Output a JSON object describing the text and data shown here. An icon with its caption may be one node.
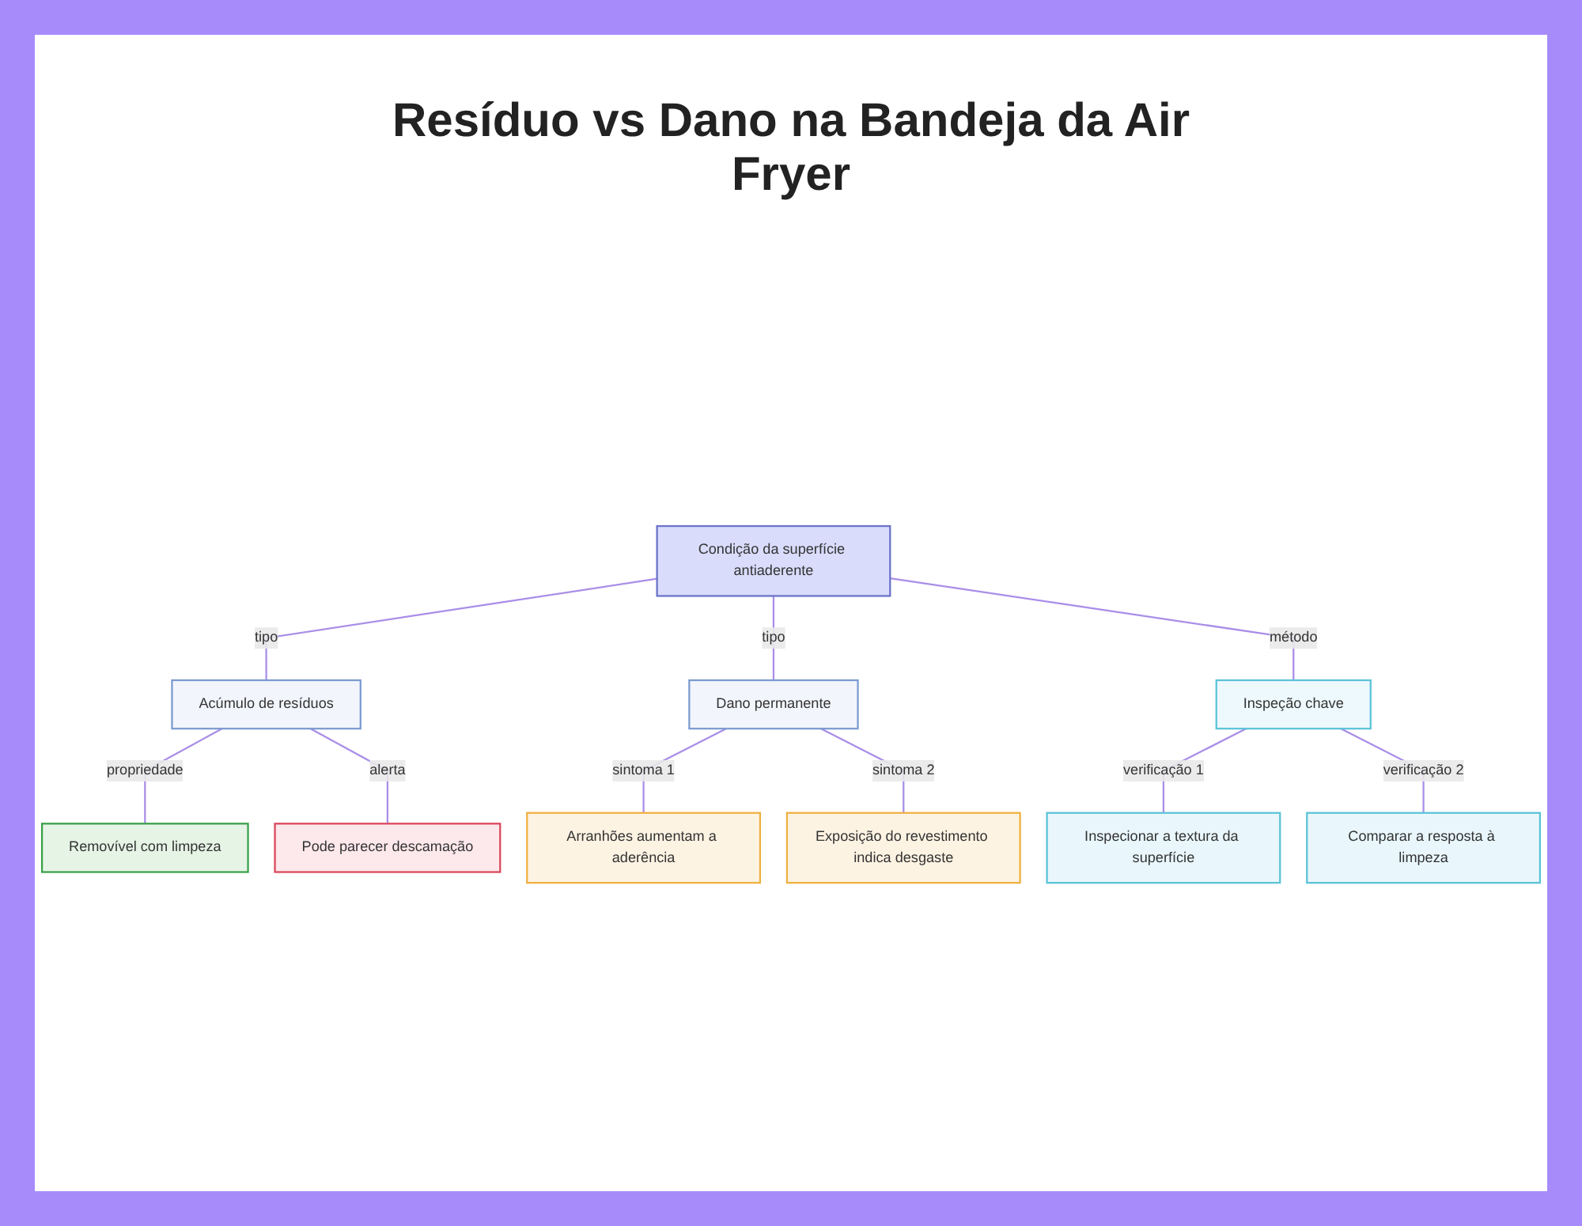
{
  "diagram": {
    "title": "Resíduo vs Dano na Bandeja da Air Fryer",
    "nodes": [
      {
        "text": [
          "Condição da superfície antiaderente"
        ]
      },
      {
        "text": [
          "Acúmulo de resíduos"
        ]
      },
      {
        "text": [
          "Dano permanente"
        ]
      },
      {
        "text": [
          "Inspeção chave"
        ]
      },
      {
        "text": [
          "Removível com limpeza"
        ]
      },
      {
        "text": [
          "Pode parecer descamação"
        ]
      },
      {
        "text": [
          "Arranhões aumentam a aderência"
        ]
      },
      {
        "text": [
          "Exposição do revestimento indica desgaste"
        ]
      },
      {
        "text": [
          "Inspecionar a textura da superfície"
        ]
      },
      {
        "text": [
          "Comparar a resposta à limpeza"
        ]
      }
    ],
    "edges": [
      {
        "from": 0,
        "to": 1,
        "label": "tipo",
        "arrow": "none"
      },
      {
        "from": 0,
        "to": 2,
        "label": "tipo",
        "arrow": "none"
      },
      {
        "from": 0,
        "to": 3,
        "label": "método",
        "arrow": "none"
      },
      {
        "from": 1,
        "to": 4,
        "label": "propriedade",
        "arrow": "none"
      },
      {
        "from": 1,
        "to": 5,
        "label": "alerta",
        "arrow": "none"
      },
      {
        "from": 2,
        "to": 6,
        "label": "sintoma 1",
        "arrow": "none"
      },
      {
        "from": 2,
        "to": 7,
        "label": "sintoma 2",
        "arrow": "none"
      },
      {
        "from": 3,
        "to": 8,
        "label": "verificação 1",
        "arrow": "none"
      },
      {
        "from": 3,
        "to": 9,
        "label": "verificação 2",
        "arrow": "none"
      }
    ]
  }
}
